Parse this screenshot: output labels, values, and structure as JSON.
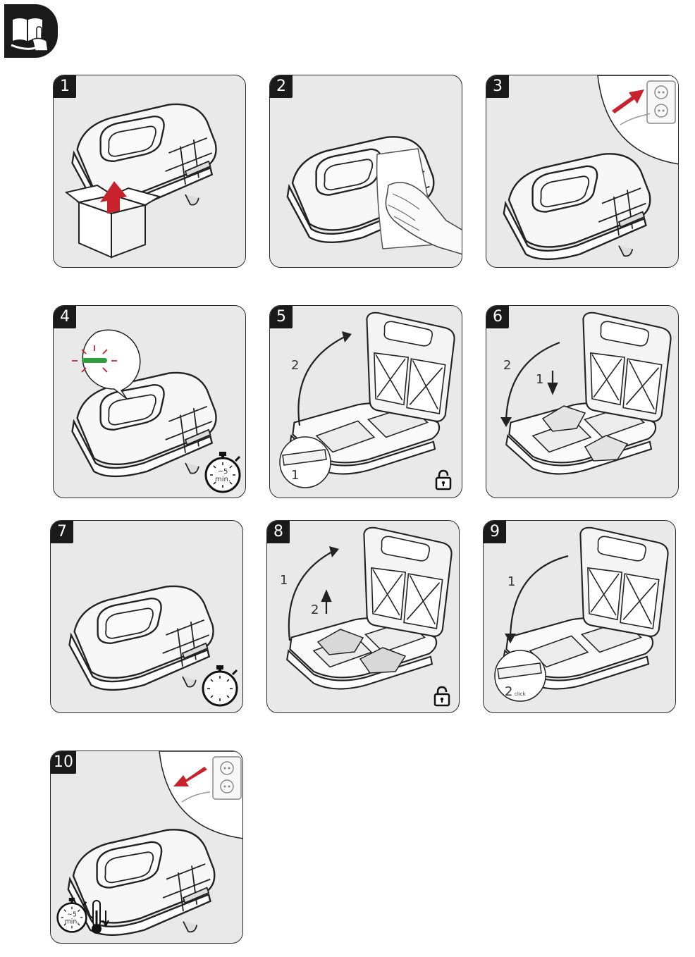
{
  "steps": [
    {
      "number": "1"
    },
    {
      "number": "2"
    },
    {
      "number": "3"
    },
    {
      "number": "4",
      "timer_value": "~5",
      "timer_unit": "min."
    },
    {
      "number": "5",
      "arc_label": "2",
      "latch_label": "1"
    },
    {
      "number": "6",
      "arc_label": "2",
      "drop_label": "1"
    },
    {
      "number": "7"
    },
    {
      "number": "8",
      "arc_label": "1",
      "lift_label": "2"
    },
    {
      "number": "9",
      "arc_label": "1",
      "latch_label": "2",
      "click_label": "click"
    },
    {
      "number": "10",
      "timer_value": "~5",
      "timer_unit": "min."
    }
  ],
  "colors": {
    "panel": "#e9e9e9",
    "badge": "#1a1a1a",
    "arrow_red": "#c8232c",
    "indicator_green": "#2e9e3e"
  }
}
